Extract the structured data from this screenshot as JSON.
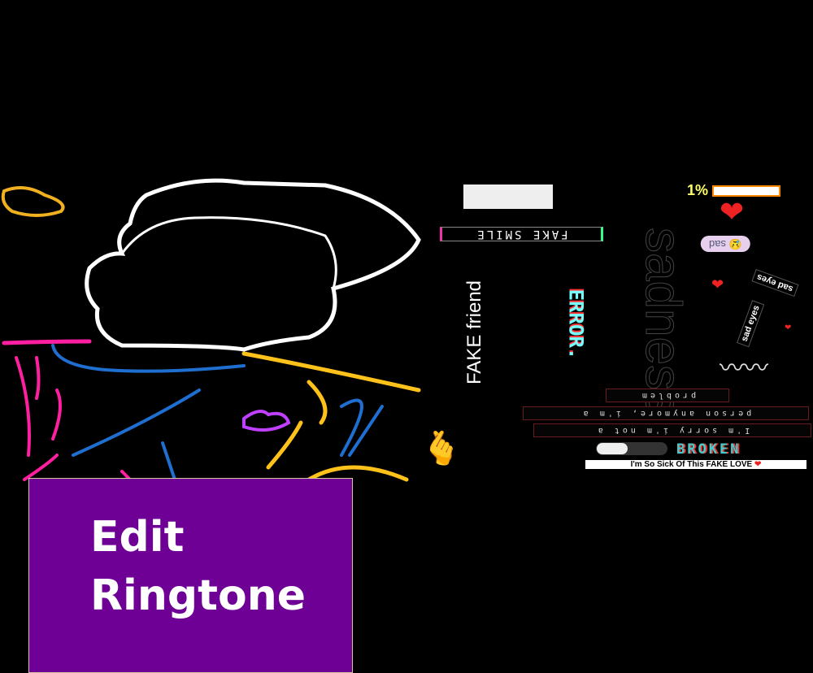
{
  "wallpaper": {
    "stickers": {
      "fake_smile": "FAKE SMILE",
      "fake_friend": "FAKE friend",
      "error": "ERROR.",
      "sadness": "sadness",
      "battery": "1%",
      "sad_bubble": "sad",
      "sad_eyes_1": "sad eyes",
      "sad_eyes_2": "sad eyes",
      "quote_line_1": "I'm sorry i'm not a",
      "quote_line_2": "person anymore, i'm a",
      "quote_line_3": "problem",
      "broken": "BROKEN",
      "sick_of_fake_love": "I'm So Sick Of This FAKE LOVE"
    }
  },
  "edit_button": {
    "line1": "Edit",
    "line2": "Ringtone"
  },
  "colors": {
    "button": "#6e0095",
    "pink": "#ff1fa0",
    "blue": "#1e6fd0",
    "yellow": "#ffc21a"
  }
}
